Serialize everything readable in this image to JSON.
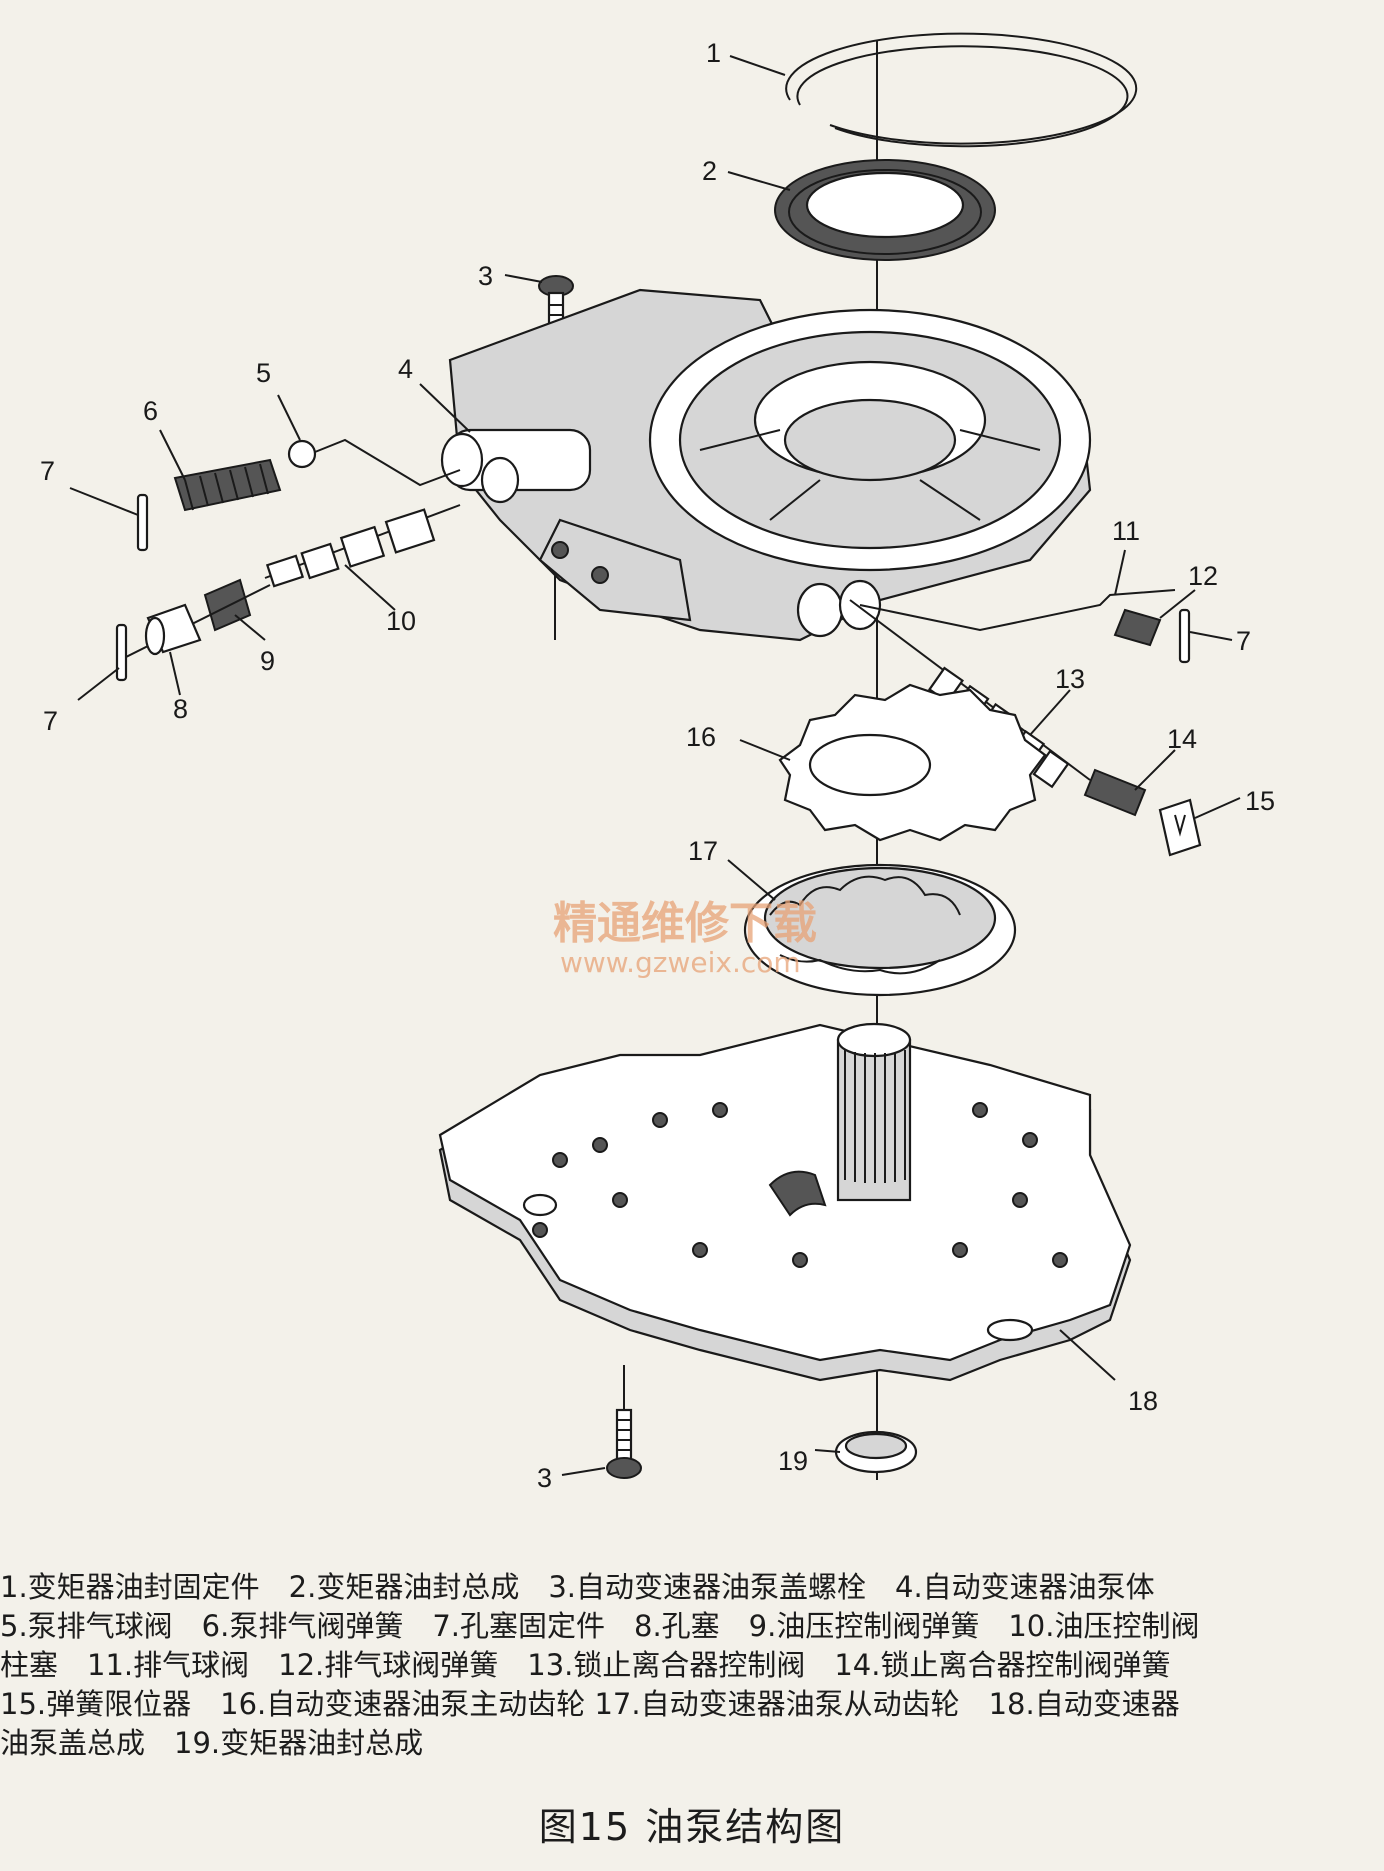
{
  "callouts": {
    "c1": "1",
    "c2": "2",
    "c3a": "3",
    "c3b": "3",
    "c4": "4",
    "c5": "5",
    "c6": "6",
    "c7a": "7",
    "c7b": "7",
    "c7c": "7",
    "c8": "8",
    "c9": "9",
    "c10": "10",
    "c11": "11",
    "c12": "12",
    "c13": "13",
    "c14": "14",
    "c15": "15",
    "c16": "16",
    "c17": "17",
    "c18": "18",
    "c19": "19"
  },
  "watermark": {
    "line1": "精通维修下载",
    "line2": "www.gzweix.com"
  },
  "legend": {
    "lines": [
      "1.变矩器油封固定件　2.变矩器油封总成　3.自动变速器油泵盖螺栓　4.自动变速器油泵体",
      "5.泵排气球阀　6.泵排气阀弹簧　7.孔塞固定件　8.孔塞　9.油压控制阀弹簧　10.油压控制阀",
      "柱塞　11.排气球阀　12.排气球阀弹簧　13.锁止离合器控制阀　14.锁止离合器控制阀弹簧",
      "15.弹簧限位器　16.自动变速器油泵主动齿轮 17.自动变速器油泵从动齿轮　18.自动变速器",
      "油泵盖总成　19.变矩器油封总成"
    ]
  },
  "caption": "图15  油泵结构图"
}
